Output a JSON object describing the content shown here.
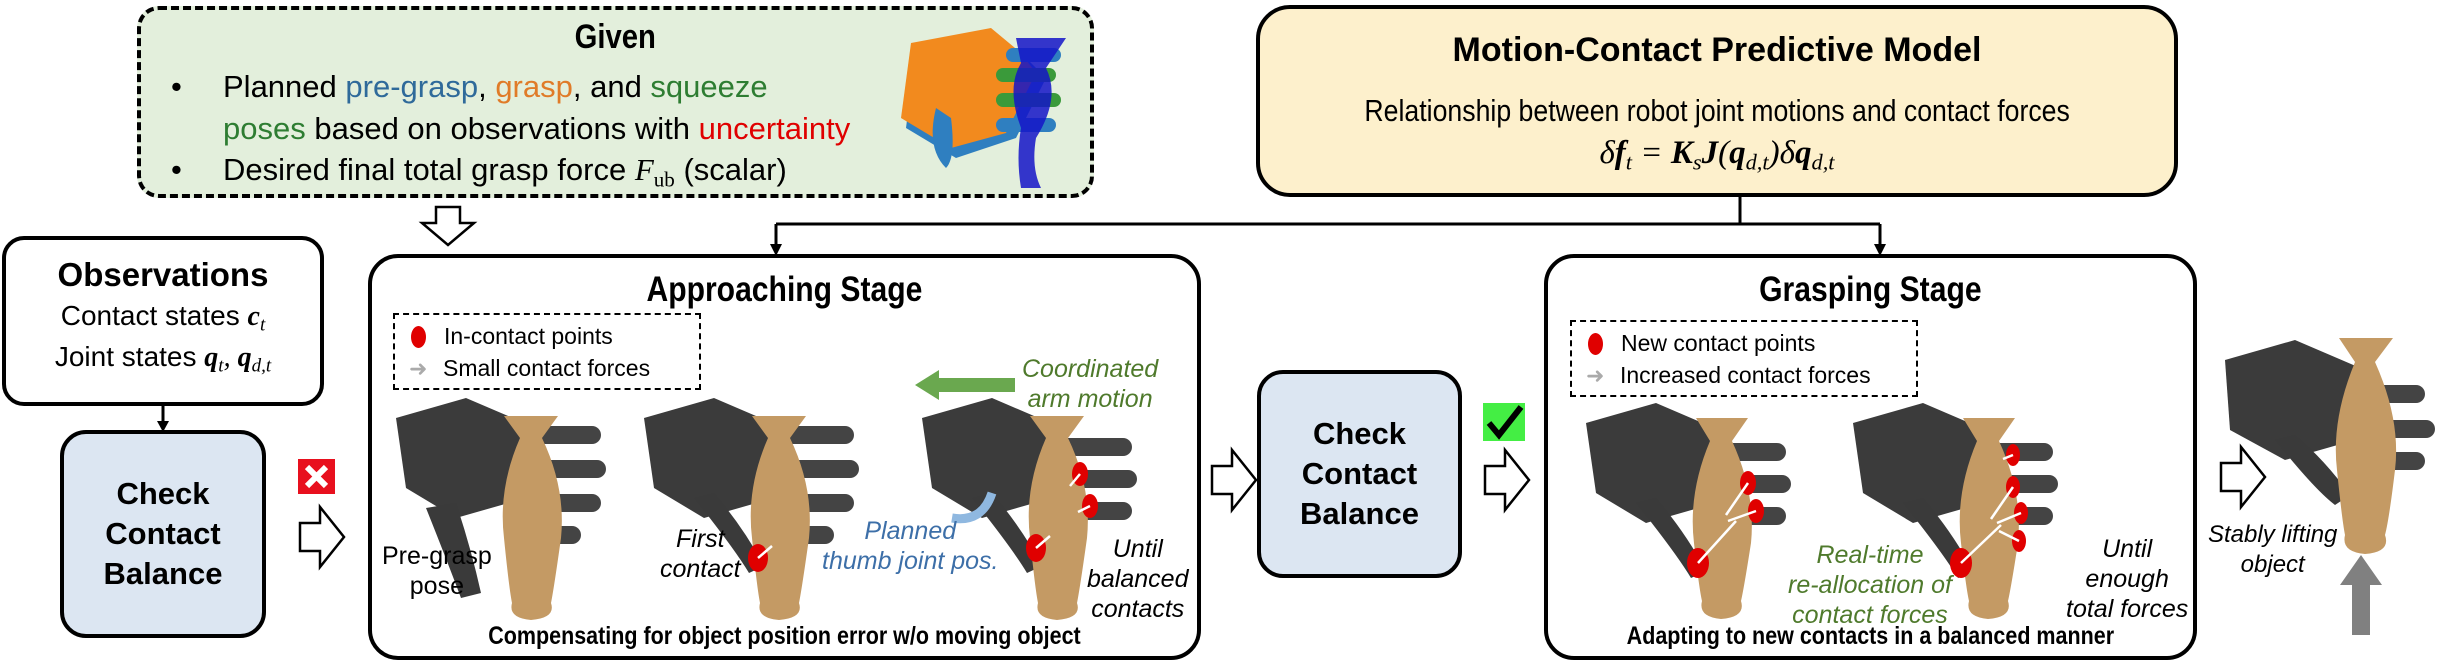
{
  "given": {
    "title": "Given",
    "bullet1": {
      "prefix": "Planned ",
      "pregrasp": "pre-grasp",
      "sep1": ", ",
      "grasp": "grasp",
      "sep2": ", and ",
      "squeeze": "squeeze",
      "line2_poses": "poses",
      "line2_mid": " based on observations with ",
      "uncertainty": "uncertainty"
    },
    "bullet2": {
      "text": "Desired final total grasp force ",
      "symbol": "F",
      "symbol_sub": "ub",
      "suffix": " (scalar)"
    },
    "colors": {
      "pregrasp": "#2f6a9a",
      "grasp": "#e07b28",
      "squeeze": "#2e7d32",
      "uncertainty": "#e00000"
    }
  },
  "model": {
    "title": "Motion-Contact Predictive Model",
    "subtitle": "Relationship between robot joint motions and contact forces",
    "equation": "δf_t = K_s J(q_{d,t}) δq_{d,t}"
  },
  "observations": {
    "title": "Observations",
    "line1_text": "Contact states ",
    "line1_symbol": "c",
    "line1_sub": "t",
    "line2_text": "Joint states ",
    "line2_sym1": "q",
    "line2_sub1": "t",
    "line2_sym2": "q",
    "line2_sub2": "d,t"
  },
  "check_left": {
    "line1": "Check",
    "line2": "Contact",
    "line3": "Balance",
    "status": "fail",
    "status_icon": "red-x-icon"
  },
  "check_mid": {
    "line1": "Check",
    "line2": "Contact",
    "line3": "Balance",
    "status": "pass",
    "status_icon": "green-check-icon"
  },
  "approaching": {
    "title": "Approaching Stage",
    "legend": [
      {
        "icon": "red-contact-dot",
        "label": "In-contact points"
      },
      {
        "icon": "gray-arrow",
        "label": "Small contact forces"
      }
    ],
    "labels": {
      "pregrasp_1": "Pre-grasp",
      "pregrasp_2": "pose",
      "first_1": "First",
      "first_2": "contact",
      "arm_1": "Coordinated",
      "arm_2": "arm motion",
      "thumb_1": "Planned",
      "thumb_2": "thumb joint pos.",
      "until_1": "Until",
      "until_2": "balanced",
      "until_3": "contacts"
    },
    "caption": "Compensating for object position error w/o moving object"
  },
  "grasping": {
    "title": "Grasping Stage",
    "legend": [
      {
        "icon": "red-contact-dot",
        "label": "New contact points"
      },
      {
        "icon": "gray-arrow",
        "label": "Increased contact forces"
      }
    ],
    "labels": {
      "realloc_1": "Real-time",
      "realloc_2": "re-allocation of",
      "realloc_3": "contact forces",
      "until_1": "Until",
      "until_2": "enough",
      "until_3": "total forces"
    },
    "caption": "Adapting to new contacts in a balanced manner"
  },
  "final": {
    "label_1": "Stably lifting",
    "label_2": "object"
  },
  "colors": {
    "given_bg": "#e3efdc",
    "model_bg": "#fdf0cc",
    "check_bg": "#dce6f2",
    "green_text": "#4f7a2c",
    "blue_text": "#3d6fa8",
    "contact_red": "#e00000"
  }
}
